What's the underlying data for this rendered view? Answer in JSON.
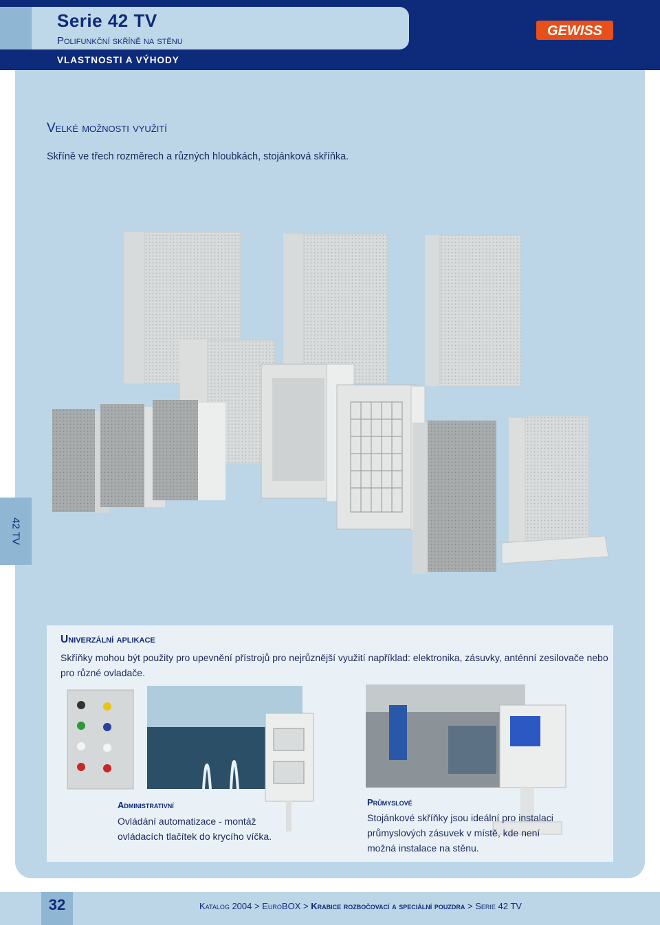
{
  "header": {
    "series_title": "Serie 42 TV",
    "subtitle": "Polifunkční skříně na stěnu",
    "strip_label": "VLASTNOSTI A VÝHODY",
    "logo_text": "GEWISS"
  },
  "side_tab": {
    "label": "42 TV"
  },
  "section": {
    "title": "Velké možnosti využití",
    "description": "Skříně ve třech rozměrech a různých hloubkách, stojánková skříňka."
  },
  "applications": {
    "title": "Univerzální aplikace",
    "description": "Skříňky mohou být použity pro upevnění přístrojů pro nejrůznější využití například: elektronika, zásuvky, anténní zesilovače nebo pro různé ovladače.",
    "admin": {
      "title": "Administrativní",
      "line1": "Ovládání automatizace - montáž",
      "line2": "ovládacích tlačítek do krycího víčka."
    },
    "industrial": {
      "title": "Průmyslové",
      "line1": "Stojánkové skříňky jsou ideální pro instalaci",
      "line2": "průmyslových zásuvek v místě, kde není",
      "line3": "možná instalace na stěnu."
    }
  },
  "footer": {
    "page_number": "32",
    "crumb1": "Katalog 2004",
    "sep": ">",
    "crumb2": "EuroBOX",
    "crumb3": "Krabice rozbočovací a speciální pouzdra",
    "crumb4": "Serie 42 TV"
  },
  "colors": {
    "navy": "#0e2a7a",
    "panel": "#bcd6e8",
    "tab": "#8fb6d3",
    "logo_orange": "#e8501a"
  }
}
